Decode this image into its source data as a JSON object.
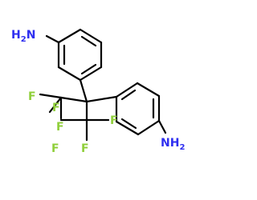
{
  "molecule": {
    "atoms": {
      "top_amine": {
        "element": "N",
        "hydrogens": "2",
        "color": "#2e2ef0"
      },
      "bottom_amine": {
        "element": "N",
        "hydrogens": "2",
        "color": "#2e2ef0"
      },
      "f1": {
        "symbol": "F",
        "color": "#8fcf3a"
      },
      "f2": {
        "symbol": "F",
        "color": "#8fcf3a"
      },
      "f3": {
        "symbol": "F",
        "color": "#8fcf3a"
      },
      "f4": {
        "symbol": "F",
        "color": "#8fcf3a"
      },
      "f5": {
        "symbol": "F",
        "color": "#8fcf3a"
      },
      "f6": {
        "symbol": "F",
        "color": "#8fcf3a"
      }
    },
    "bond_color": "#000000"
  }
}
